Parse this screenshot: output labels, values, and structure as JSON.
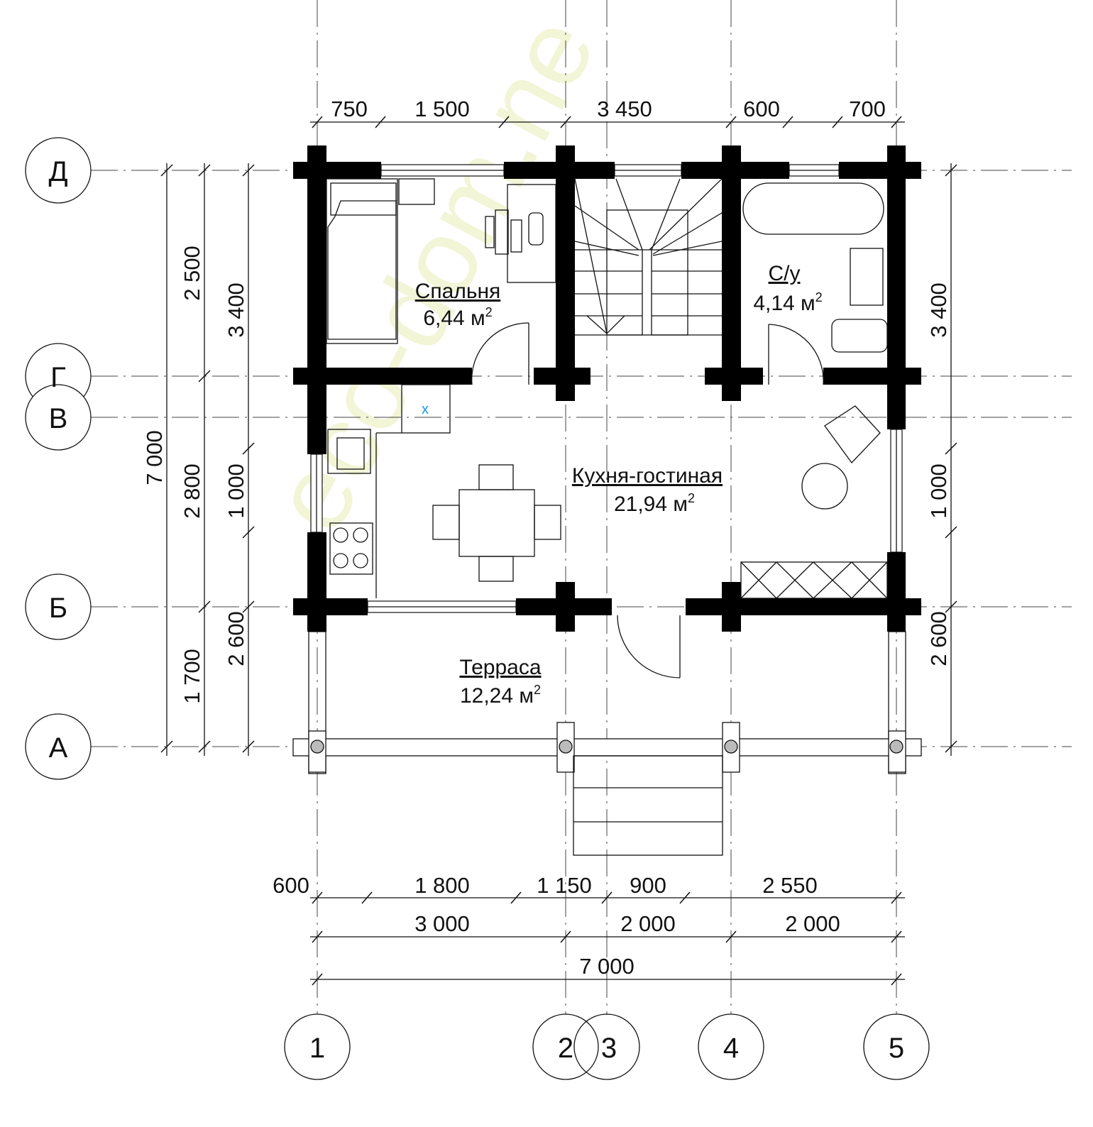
{
  "axes": {
    "columns": [
      "1",
      "2",
      "3",
      "4",
      "5"
    ],
    "rows": [
      "Д",
      "Г",
      "В",
      "Б",
      "А"
    ]
  },
  "dimensions": {
    "top": [
      "750",
      "1 500",
      "3 450",
      "600",
      "700"
    ],
    "bottom_1": [
      "600",
      "1 800",
      "1 150",
      "900",
      "2 550"
    ],
    "bottom_2": [
      "3 000",
      "2 000",
      "2 000"
    ],
    "bottom_total": "7 000",
    "left_outer": "7 000",
    "left_mid": [
      "2 500",
      "2 800",
      "1 700"
    ],
    "left_inner": [
      "3 400",
      "1 000",
      "2 600"
    ],
    "right": [
      "3 400",
      "1 000",
      "2 600"
    ]
  },
  "rooms": [
    {
      "name": "Спальня",
      "area": "6,44 м",
      "sup": "2"
    },
    {
      "name": "С/у",
      "area": "4,14 м",
      "sup": "2"
    },
    {
      "name": "Кухня-гостиная",
      "area": "21,94 м",
      "sup": "2"
    },
    {
      "name": "Терраса",
      "area": "12,24 м",
      "sup": "2"
    }
  ],
  "ventilation_mark": "x",
  "watermark": "eco-dom.ne",
  "colors": {
    "wall": "#000000",
    "vent": "#1a9be0",
    "watermark": "#f4f6d8"
  }
}
